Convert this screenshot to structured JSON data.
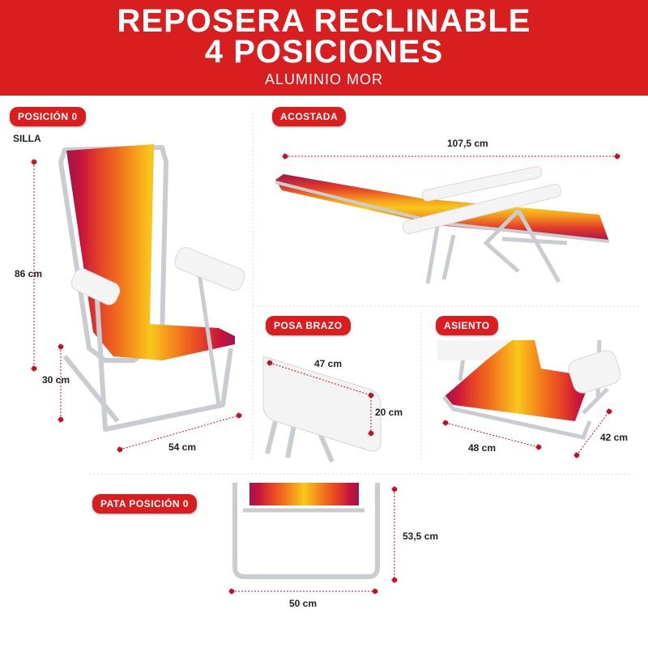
{
  "header": {
    "title_line1": "REPOSERA RECLINABLE",
    "title_line2": "4 POSICIONES",
    "subtitle": "ALUMINIO MOR"
  },
  "colors": {
    "brand_red": "#d81e1e",
    "stripes": [
      "#a0154a",
      "#c8153c",
      "#e23a2a",
      "#f06a1c",
      "#f6a21a",
      "#f8c81c",
      "#f6a21a",
      "#f06a1c",
      "#e23a2a",
      "#c8153c",
      "#a0154a"
    ],
    "frame": "#c9ccd1",
    "armrest": "#f4f4f4",
    "dim_dot": "#c0102a"
  },
  "sections": {
    "posicion0": {
      "tag": "POSICIÓN 0",
      "sublabel": "SILLA",
      "height": "86 cm",
      "seat_height": "30 cm",
      "width": "54 cm"
    },
    "acostada": {
      "tag": "ACOSTADA",
      "length": "107,5 cm"
    },
    "posa_brazo": {
      "tag": "POSA BRAZO",
      "length": "47 cm",
      "height": "20 cm"
    },
    "asiento": {
      "tag": "ASIENTO",
      "width": "48 cm",
      "depth": "42 cm"
    },
    "pata": {
      "tag": "PATA POSICIÓN 0",
      "height": "53,5 cm",
      "width": "50 cm"
    }
  }
}
